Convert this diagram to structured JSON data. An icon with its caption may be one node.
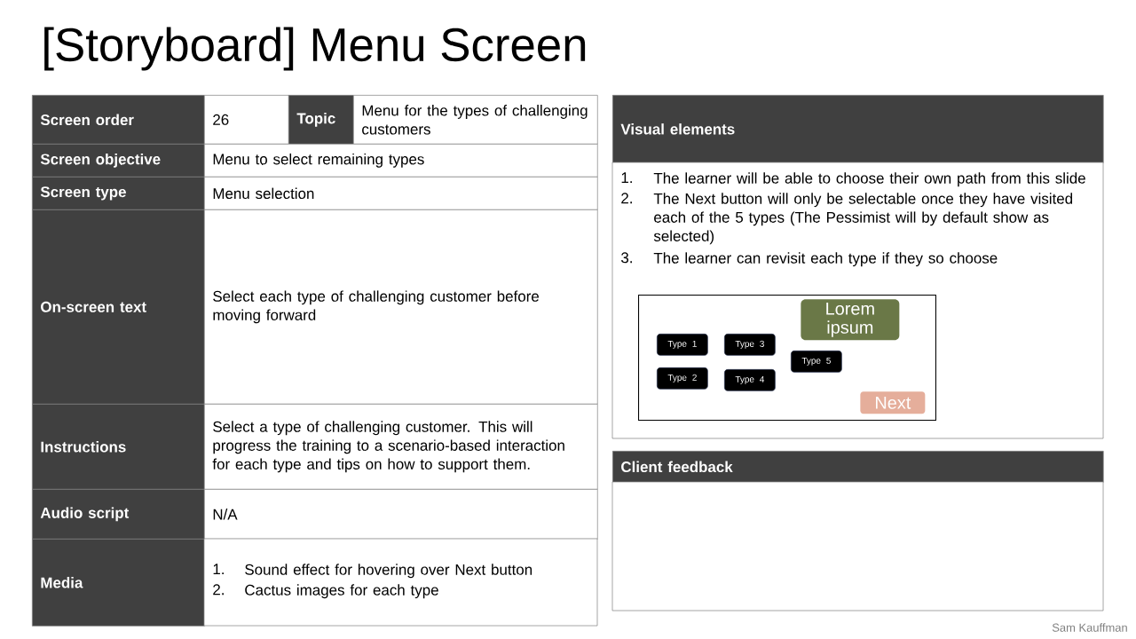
{
  "diagram": {
    "title": "[Storyboard] Menu Screen",
    "nodes": [
      {
        "text": [],
        "shape": "box"
      },
      {
        "text": [
          "Lorem ipsum"
        ],
        "in": 0
      },
      {
        "text": [
          "Type 1"
        ],
        "in": 0
      },
      {
        "text": [
          "Type 3"
        ],
        "in": 0
      },
      {
        "text": [
          "Type 5"
        ],
        "in": 0
      },
      {
        "text": [
          "Type 2"
        ],
        "in": 0
      },
      {
        "text": [
          "Type 4"
        ],
        "in": 0
      },
      {
        "text": [
          "Next"
        ],
        "in": 0
      }
    ],
    "labels": [
      "Screen order",
      "26",
      "Topic",
      "Menu for the types of challenging customers",
      "Screen objective",
      "Menu to select remaining types",
      "Screen type",
      "Menu selection",
      "On-screen text",
      "Select each type of challenging customer before moving forward",
      "Instructions",
      "Select a type of challenging customer. This will progress the training to a scenario-based interaction for each type and tips on how to support them.",
      "Audio script",
      "N/A",
      "Media",
      "1.",
      "Sound effect for hovering over Next button",
      "2.",
      "Cactus images for each type",
      "Visual elements",
      "1.",
      "The learner will be able to choose their own path from this slide",
      "2.",
      "The Next button will only be selectable once they have visited each of the 5 types (The Pessimist will by default show as selected)",
      "3.",
      "The learner can revisit each type if they so choose",
      "Client feedback",
      "Sam Kauffman"
    ]
  }
}
